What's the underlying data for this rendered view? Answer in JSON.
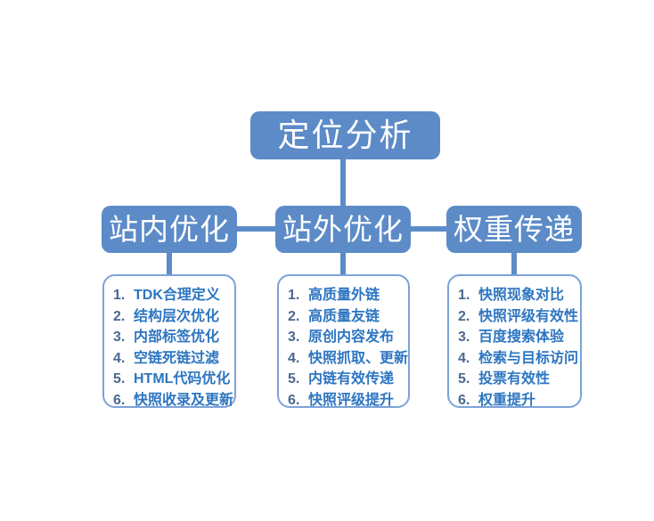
{
  "diagram": {
    "root": {
      "label": "定位分析"
    },
    "branches": [
      {
        "title": "站内优化",
        "items": [
          {
            "n": "1.",
            "label": "TDK合理定义"
          },
          {
            "n": "2.",
            "label": "结构层次优化"
          },
          {
            "n": "3.",
            "label": "内部标签优化"
          },
          {
            "n": "4.",
            "label": "空链死链过滤"
          },
          {
            "n": "5.",
            "label": "HTML代码优化"
          },
          {
            "n": "6.",
            "label": "快照收录及更新"
          }
        ]
      },
      {
        "title": "站外优化",
        "items": [
          {
            "n": "1.",
            "label": "高质量外链"
          },
          {
            "n": "2.",
            "label": "高质量友链"
          },
          {
            "n": "3.",
            "label": "原创内容发布"
          },
          {
            "n": "4.",
            "label": "快照抓取、更新"
          },
          {
            "n": "5.",
            "label": "内链有效传递"
          },
          {
            "n": "6.",
            "label": "快照评级提升"
          }
        ]
      },
      {
        "title": "权重传递",
        "items": [
          {
            "n": "1.",
            "label": "快照现象对比"
          },
          {
            "n": "2.",
            "label": "快照评级有效性"
          },
          {
            "n": "3.",
            "label": "百度搜索体验"
          },
          {
            "n": "4.",
            "label": "检索与目标访问"
          },
          {
            "n": "5.",
            "label": "投票有效性"
          },
          {
            "n": "6.",
            "label": "权重提升"
          }
        ]
      }
    ],
    "colors": {
      "node_fill": "#5C8BC8",
      "node_text": "#FFFFFF",
      "connector": "#5C8BC8",
      "list_border": "#7BA3D8",
      "item_text": "#2D75C1",
      "item_number": "#4A6990",
      "background": "#FFFFFF"
    }
  }
}
